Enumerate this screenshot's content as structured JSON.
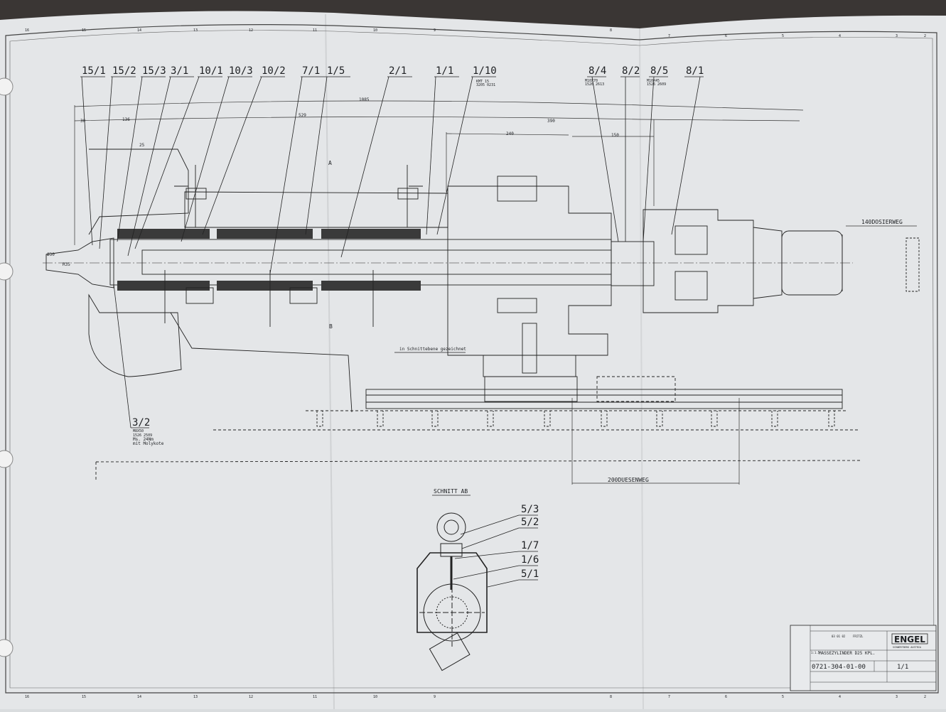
{
  "border_zones_top": [
    "16",
    "15",
    "14",
    "13",
    "12",
    "11",
    "10",
    "9",
    "8",
    "7",
    "6",
    "5",
    "4",
    "3",
    "2"
  ],
  "part_labels_top": [
    {
      "id": "15/1"
    },
    {
      "id": "15/2"
    },
    {
      "id": "15/3"
    },
    {
      "id": "3/1"
    },
    {
      "id": "10/1"
    },
    {
      "id": "10/3"
    },
    {
      "id": "10/2"
    },
    {
      "id": "7/1"
    },
    {
      "id": "1/5"
    },
    {
      "id": "2/1"
    },
    {
      "id": "1/1"
    },
    {
      "id": "1/10",
      "note": [
        "KMT 15",
        "3205 0231"
      ]
    }
  ],
  "part_labels_right": [
    {
      "id": "8/4",
      "note": [
        "M10X70",
        "1526 2613"
      ]
    },
    {
      "id": "8/2"
    },
    {
      "id": "8/5",
      "note": [
        "M10X45",
        "1526 2609"
      ]
    },
    {
      "id": "8/1"
    }
  ],
  "part_label_bottom": {
    "id": "3/2",
    "note": [
      "M8X50",
      "1526 2509",
      "Ms. 24Nm",
      "mit Molykote"
    ]
  },
  "dimensions": {
    "overall": "1085",
    "mid": "529",
    "d390": "390",
    "d240": "240",
    "d150": "150",
    "d30": "30",
    "d136": "136",
    "d25": "25",
    "r35": "R35",
    "dia30": "Ø30"
  },
  "annotations": {
    "section_note": "in Schnittebene gezeichnet",
    "dosing_stroke": "140DOSIERWEG",
    "nozzle_stroke": "200DUESENWEG",
    "section_mark_a": "A",
    "section_mark_b": "B"
  },
  "section_view": {
    "title": "SCHNITT AB",
    "labels": [
      "5/3",
      "5/2",
      "1/7",
      "1/6",
      "5/1"
    ]
  },
  "title_block": {
    "company": "ENGEL",
    "location": "SCHWERTBERG  AUSTRIA",
    "date": "03 01 02",
    "name": "FRITZL",
    "scale": "1:1.5",
    "title": "MASSEZYLINDER D25 KPL.",
    "drawing_number": "0721-304-01-00",
    "sheet": "1/1"
  }
}
